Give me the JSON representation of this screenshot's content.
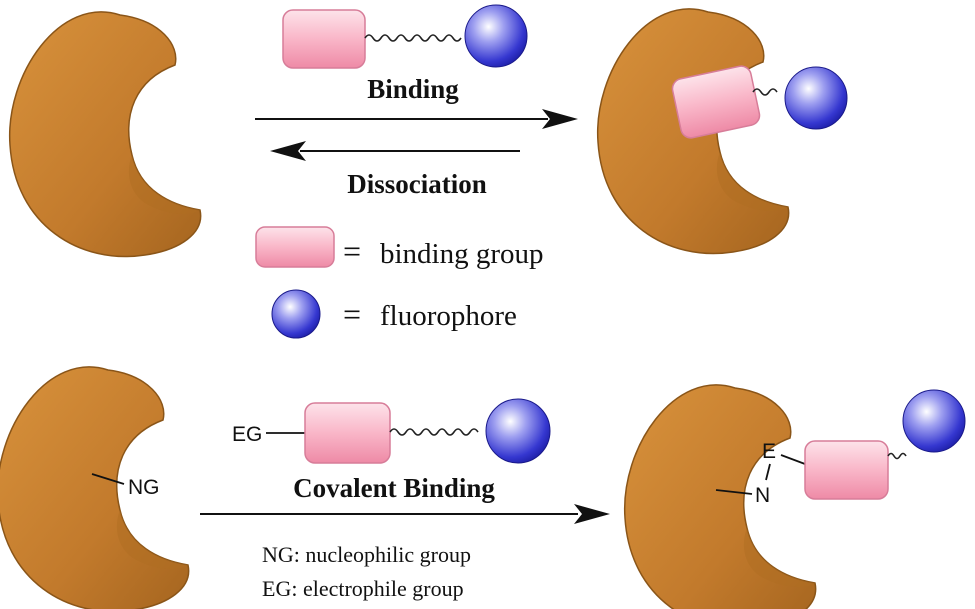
{
  "top_reaction": {
    "forward_label": "Binding",
    "reverse_label": "Dissociation"
  },
  "legend": {
    "binding_group": "binding group",
    "fluorophore": "fluorophore",
    "equals": "="
  },
  "bottom_reaction": {
    "label": "Covalent Binding",
    "reagent_prefix": "EG",
    "protein_site": "NG",
    "product_atom_e": "E",
    "product_atom_n": "N",
    "note_ng": "NG: nucleophilic group",
    "note_eg": "EG: electrophile group"
  },
  "colors": {
    "protein": "#c8812f",
    "binding_group": "#f7a8bf",
    "fluorophore": "#3d3fd6"
  }
}
